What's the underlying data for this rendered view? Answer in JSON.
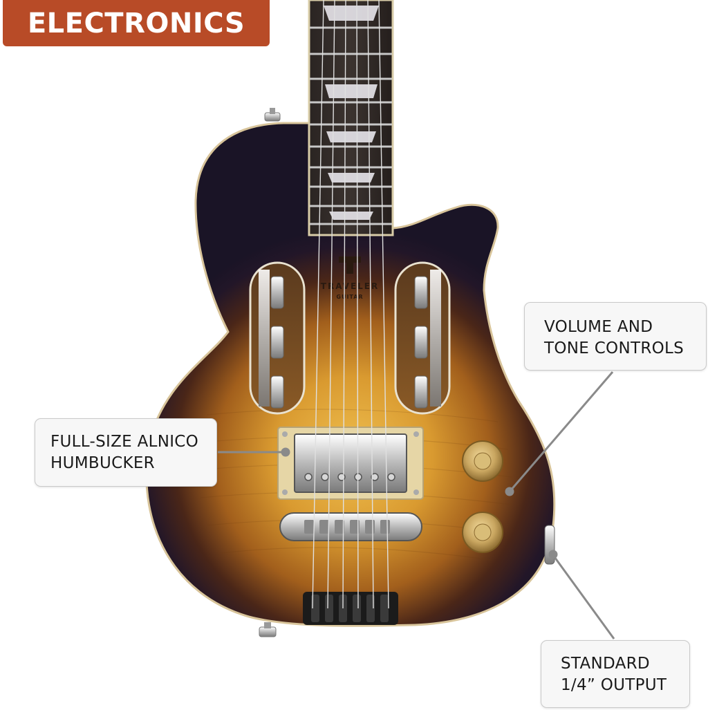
{
  "banner": {
    "title": "ELECTRONICS"
  },
  "product": {
    "brand_logo_text": "TRAVELER",
    "brand_logo_subtext": "GUITAR"
  },
  "callouts": {
    "volume_tone": {
      "line1": "VOLUME AND",
      "line2": "TONE CONTROLS"
    },
    "humbucker": {
      "line1": "FULL-SIZE ALNICO",
      "line2": "HUMBUCKER"
    },
    "output": {
      "line1": "STANDARD",
      "line2": "1/4” OUTPUT"
    }
  },
  "colors": {
    "banner": "#b84b27",
    "callout_bg": "#f7f7f7",
    "leader_line": "#8a8a8a",
    "sunburst_center": "#e2a93a",
    "sunburst_edge": "#1e1630"
  }
}
